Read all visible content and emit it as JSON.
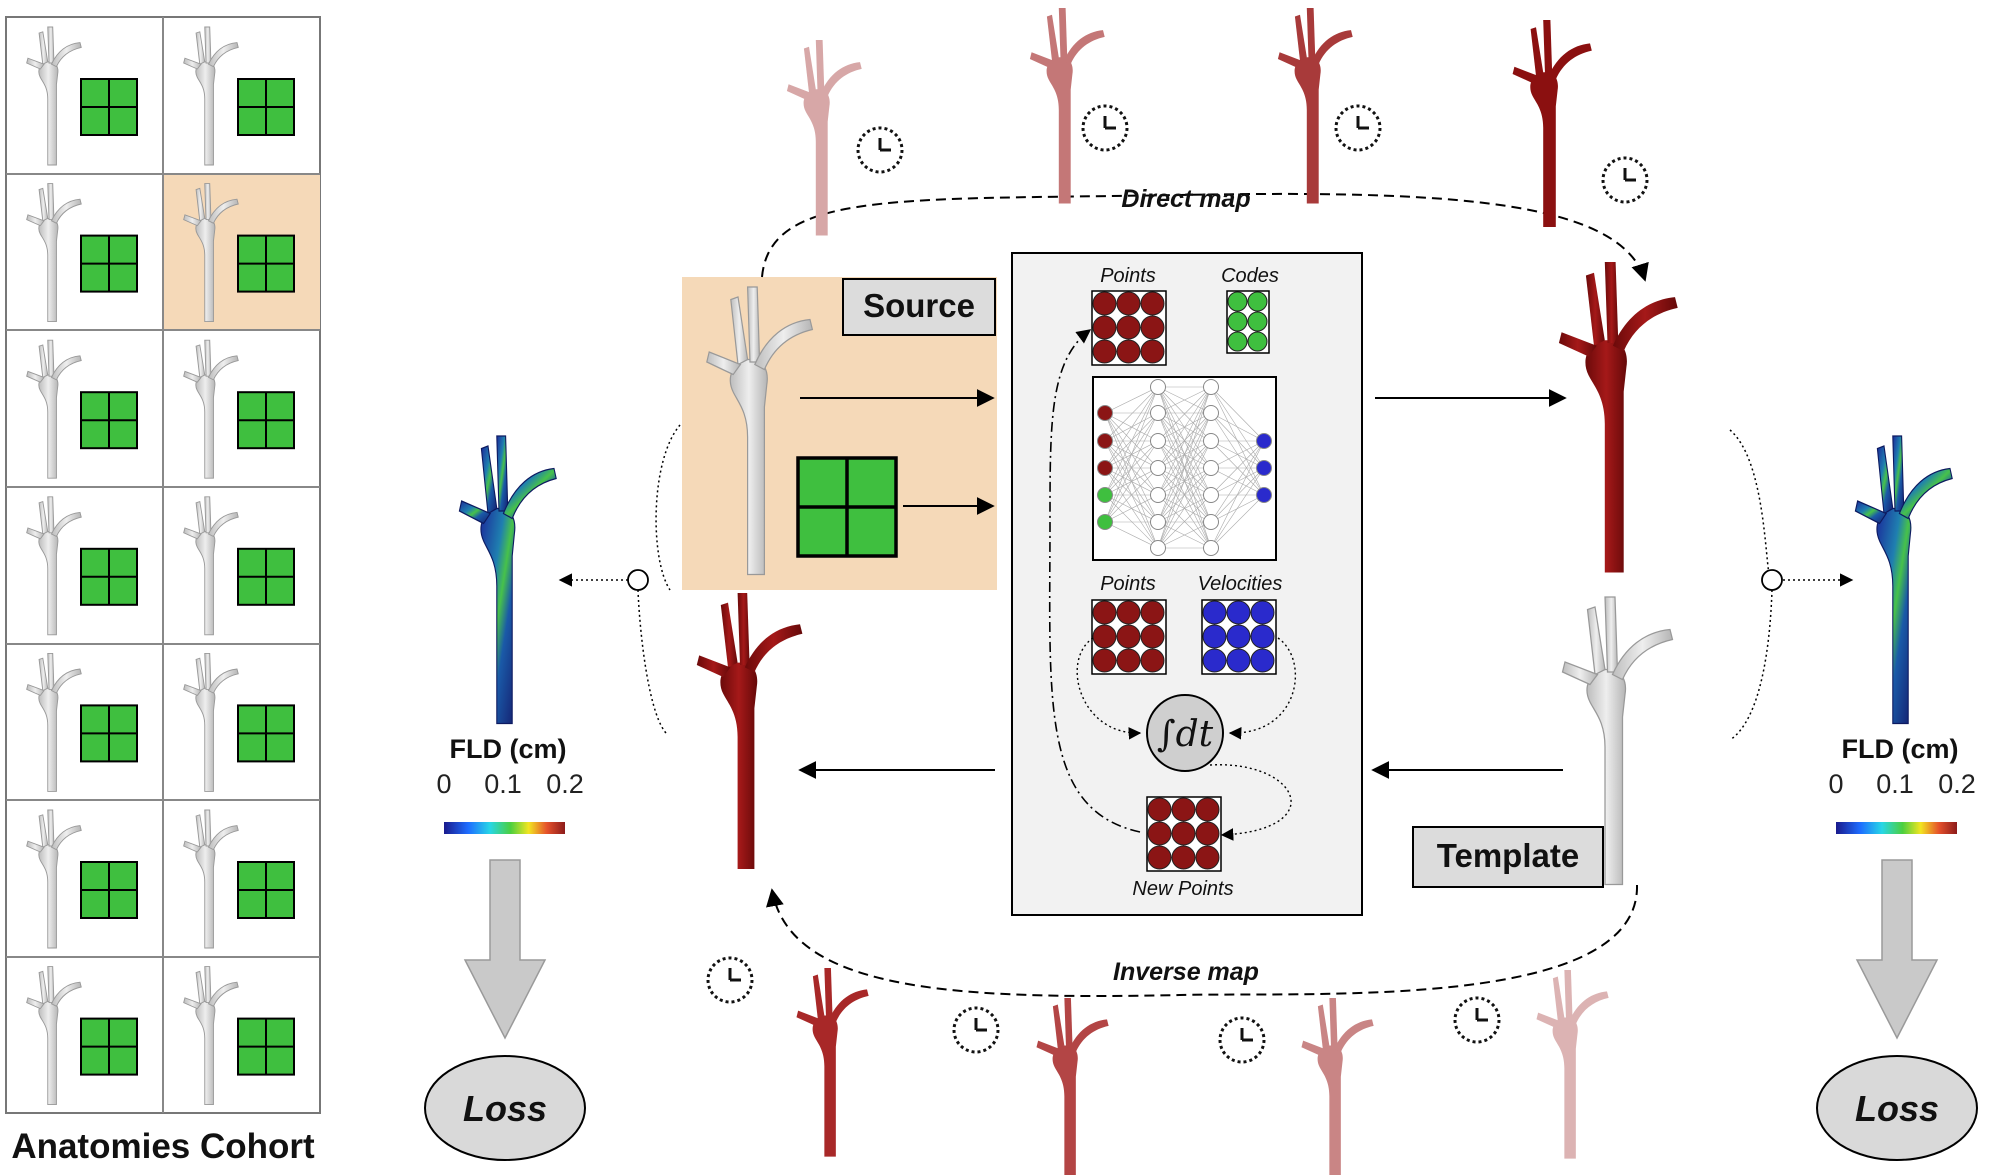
{
  "cohort": {
    "title": "Anatomies Cohort",
    "rows": 7,
    "cols": 2,
    "highlighted_cell": [
      1,
      1
    ]
  },
  "source": {
    "label": "Source"
  },
  "template": {
    "label": "Template"
  },
  "network": {
    "points_label": "Points",
    "codes_label": "Codes",
    "points2_label": "Points",
    "velocities_label": "Velocities",
    "integral_label": "∫dt",
    "new_points_label": "New Points"
  },
  "maps": {
    "direct": "Direct map",
    "inverse": "Inverse map"
  },
  "fld_left": {
    "title": "FLD (cm)",
    "ticks": [
      "0",
      "0.1",
      "0.2"
    ]
  },
  "fld_right": {
    "title": "FLD (cm)",
    "ticks": [
      "0",
      "0.1",
      "0.2"
    ]
  },
  "loss_left": {
    "label": "Loss"
  },
  "loss_right": {
    "label": "Loss"
  },
  "colors": {
    "vessel_gray": "#d8d8d8",
    "vessel_red": "#8b1010",
    "highlight": "#f5d9b8",
    "code_green": "#3fbf3f",
    "point_red": "#8b1515",
    "velocity_blue": "#2a2acc",
    "panel_gray": "#f2f2f2",
    "loss_fill": "#d9d9d9"
  },
  "icons": [
    "aorta-icon",
    "clock-icon",
    "arrow-icon",
    "neural-net-icon",
    "colorbar-icon",
    "down-arrow-icon"
  ]
}
